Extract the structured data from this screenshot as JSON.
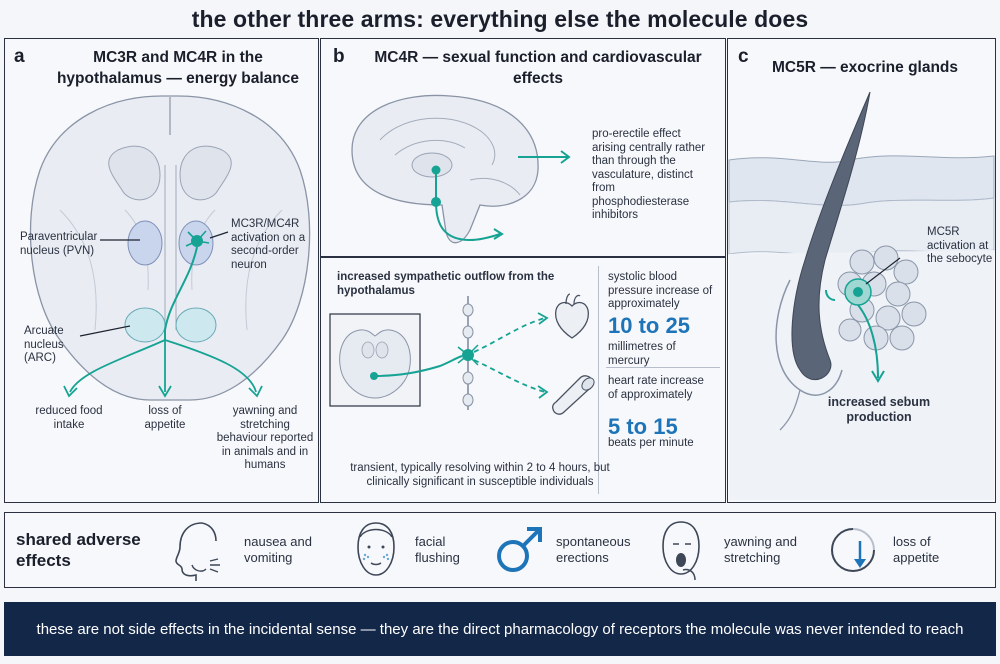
{
  "title": "the other three arms: everything else the molecule does",
  "panel_a": {
    "letter": "a",
    "title": "MC3R and MC4R in the hypothalamus — energy balance",
    "pvn_label": "Paraventricular nucleus (PVN)",
    "arc_label": "Arcuate nucleus (ARC)",
    "neuron_label": "MC3R/MC4R activation on a second-order neuron",
    "outcomes": [
      "reduced food intake",
      "loss of appetite",
      "yawning and stretching behaviour reported in animals and in humans"
    ]
  },
  "panel_b": {
    "letter": "b",
    "title": "MC4R — sexual function and cardiovascular effects",
    "erectile_note": "pro-erectile effect arising centrally rather than through the vasculature, distinct from phosphodiesterase inhibitors",
    "sympathetic_label": "increased sympathetic outflow from the hypothalamus",
    "bp_label": "systolic blood pressure increase of approximately",
    "bp_value": "10 to 25",
    "bp_unit": "millimetres of mercury",
    "hr_label": "heart rate increase of approximately",
    "hr_value": "5 to 15",
    "hr_unit": "beats per minute",
    "transient_note": "transient, typically resolving within 2 to 4 hours, but clinically significant in susceptible individuals"
  },
  "panel_c": {
    "letter": "c",
    "title": "MC5R — exocrine glands",
    "activation_label": "MC5R activation at the sebocyte",
    "outcome": "increased sebum production"
  },
  "shared": {
    "title": "shared adverse effects",
    "effects": [
      {
        "icon": "nausea-icon",
        "label": "nausea and vomiting"
      },
      {
        "icon": "flushing-face-icon",
        "label": "facial flushing"
      },
      {
        "icon": "male-symbol-icon",
        "label": "spontaneous erections"
      },
      {
        "icon": "yawning-face-icon",
        "label": "yawning and stretching"
      },
      {
        "icon": "appetite-dial-icon",
        "label": "loss of appetite"
      }
    ]
  },
  "footer": "these are not side effects in the incidental sense — they are the direct pharmacology of receptors the molecule was never intended to reach",
  "colors": {
    "accent": "#16a394",
    "number": "#1e74b8",
    "banner": "#132749",
    "outline": "#2b3140"
  }
}
